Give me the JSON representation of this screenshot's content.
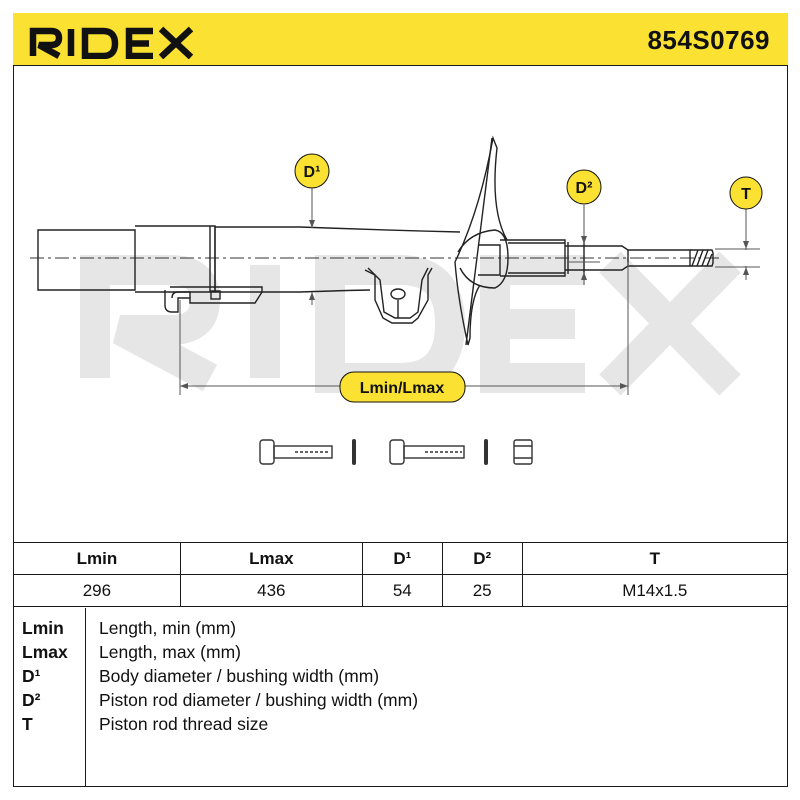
{
  "header": {
    "brand": "RIDEX",
    "part_number": "854S0769",
    "accent_color": "#fbe232"
  },
  "drawing": {
    "labels": {
      "d1": "D¹",
      "d2": "D²",
      "t": "T",
      "length": "Lmin/Lmax"
    },
    "watermark": "RIDEX"
  },
  "table": {
    "headers": [
      "Lmin",
      "Lmax",
      "D¹",
      "D²",
      "T"
    ],
    "values": [
      "296",
      "436",
      "54",
      "25",
      "M14x1.5"
    ]
  },
  "legend": [
    {
      "key": "Lmin",
      "desc": "Length, min (mm)"
    },
    {
      "key": "Lmax",
      "desc": "Length, max (mm)"
    },
    {
      "key": "D¹",
      "desc": "Body diameter / bushing width (mm)"
    },
    {
      "key": "D²",
      "desc": "Piston rod diameter / bushing width (mm)"
    },
    {
      "key": "T",
      "desc": "Piston rod thread size"
    }
  ]
}
